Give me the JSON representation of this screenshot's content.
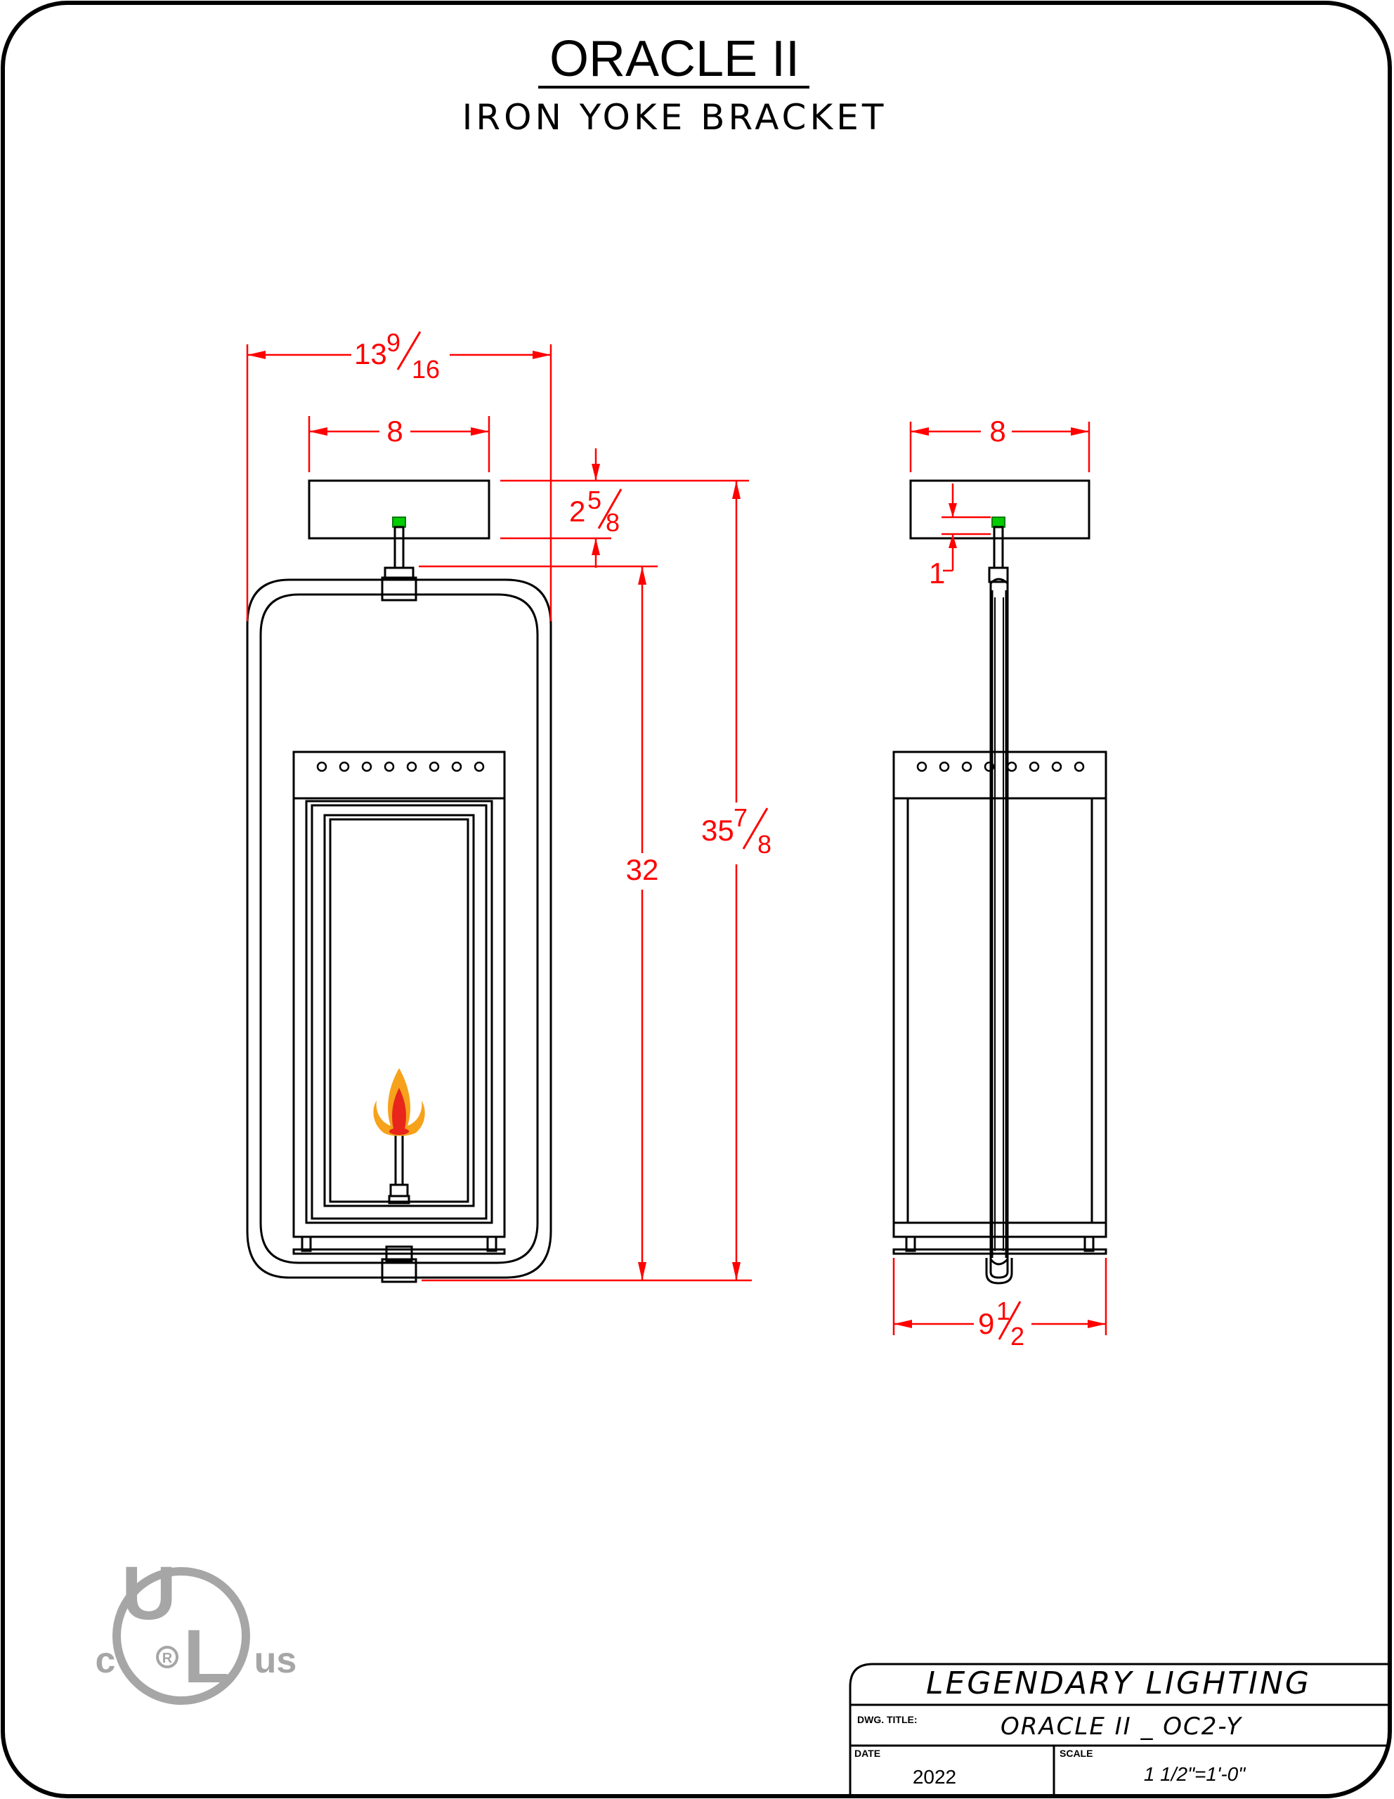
{
  "drawing": {
    "title": "ORACLE II",
    "subtitle": "IRON YOKE BRACKET"
  },
  "dimensions": {
    "front_width_whole": "13",
    "front_width_num": "9",
    "front_width_den": "16",
    "front_plate_width": "8",
    "plate_height_whole": "2",
    "plate_height_num": "5",
    "plate_height_den": "8",
    "body_height": "32",
    "overall_height_whole": "35",
    "overall_height_num": "7",
    "overall_height_den": "8",
    "side_plate_width": "8",
    "side_offset": "1",
    "side_depth_whole": "9",
    "side_depth_num": "1",
    "side_depth_den": "2"
  },
  "certification": {
    "mark_main": "UL",
    "mark_u": "U",
    "mark_l": "L",
    "mark_left": "c",
    "mark_right": "us",
    "mark_registered": "R"
  },
  "title_block": {
    "company": "LEGENDARY LIGHTING",
    "dwg_title_label": "DWG. TITLE:",
    "dwg_title": "ORACLE II _ OC2-Y",
    "date_label": "DATE",
    "date": "2022",
    "scale_label": "SCALE",
    "scale": "1 1/2\"=1'-0\""
  },
  "colors": {
    "dimension": "#ff0000",
    "linework": "#000000",
    "gas_fitting": "#00cc00",
    "flame_outer": "#f7a21b",
    "flame_inner": "#e8261b",
    "ul_mark": "#a6a6a6"
  }
}
